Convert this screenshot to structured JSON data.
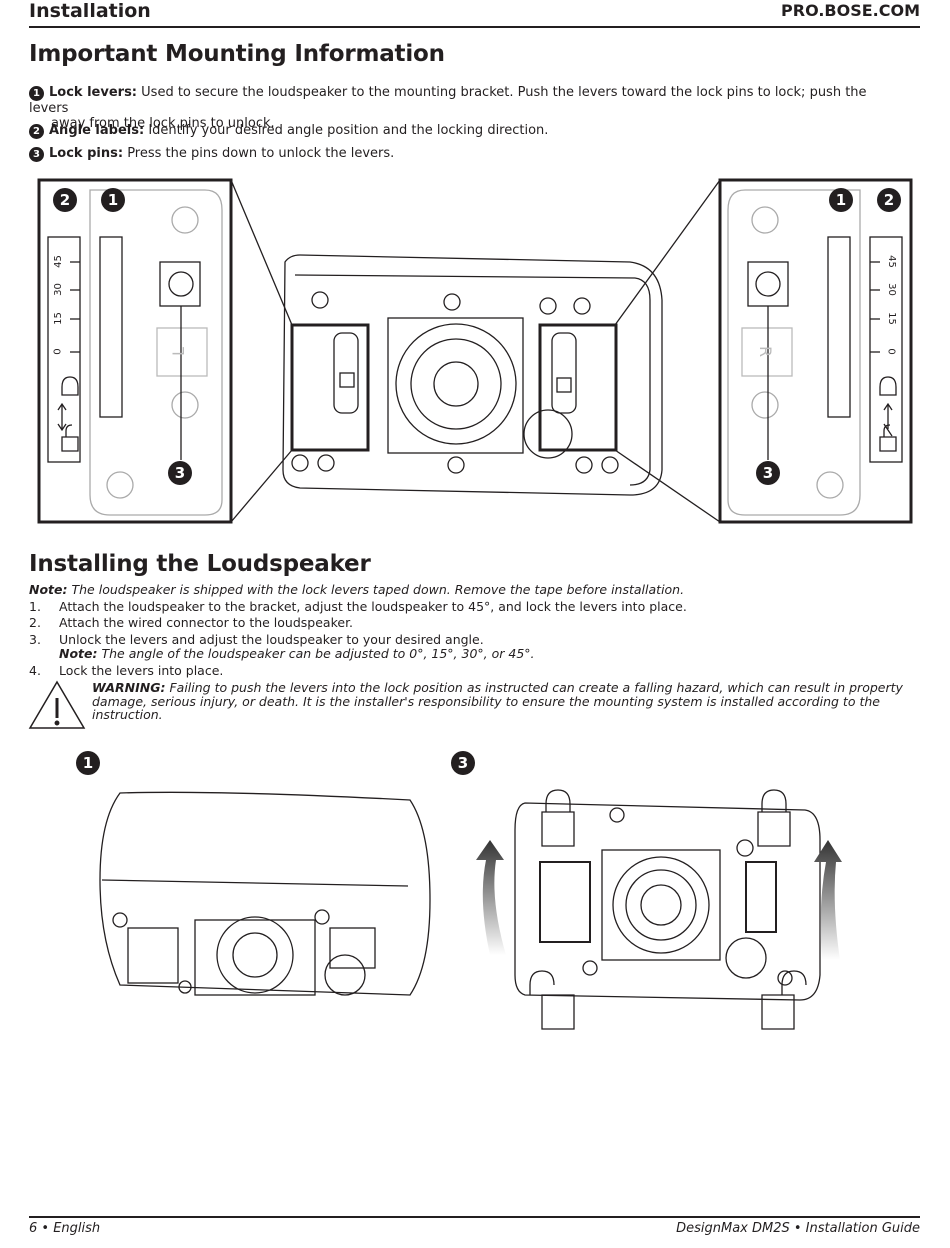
{
  "header": {
    "section": "Installation",
    "site": "PRO.BOSE.COM"
  },
  "mounting": {
    "title": "Important Mounting Information",
    "items": [
      {
        "num": "1",
        "label": "Lock levers:",
        "text": "Used to secure the loudspeaker to the mounting bracket. Push the levers toward the lock pins to lock; push the levers",
        "cont": "away from the lock pins to unlock."
      },
      {
        "num": "2",
        "label": "Angle labels:",
        "text": "Identify your desired angle position and the locking direction."
      },
      {
        "num": "3",
        "label": "Lock pins:",
        "text": "Press the pins down to unlock the levers."
      }
    ]
  },
  "figure_top": {
    "callouts": [
      "2",
      "1",
      "3",
      "1",
      "2",
      "3"
    ],
    "angles": [
      "45",
      "30",
      "15",
      "0"
    ],
    "side_left": "L",
    "side_right": "R"
  },
  "installing": {
    "title": "Installing the Loudspeaker",
    "note_label": "Note:",
    "note_text": "The loudspeaker is shipped with the lock levers taped down. Remove the tape before installation.",
    "steps": [
      {
        "n": "1.",
        "text": "Attach the loudspeaker to the bracket, adjust the loudspeaker to 45°, and lock the levers into place."
      },
      {
        "n": "2.",
        "text": "Attach the wired connector to the loudspeaker."
      },
      {
        "n": "3.",
        "text": "Unlock the levers and adjust the loudspeaker to your desired angle.",
        "sub_label": "Note:",
        "sub_text": "The angle of the loudspeaker can be adjusted to 0°, 15°, 30°, or 45°."
      },
      {
        "n": "4.",
        "text": "Lock the levers into place."
      }
    ],
    "warning_label": "WARNING:",
    "warning_text": "Failing to push the levers into the lock position as instructed can create a falling hazard, which can result in property damage, serious injury, or death. It is the installer's responsibility to ensure the mounting system is installed according to the instruction."
  },
  "figure_bottom": {
    "callout_left": "1",
    "callout_right": "3"
  },
  "footer": {
    "left": "6 • English",
    "right": "DesignMax DM2S • Installation Guide"
  }
}
